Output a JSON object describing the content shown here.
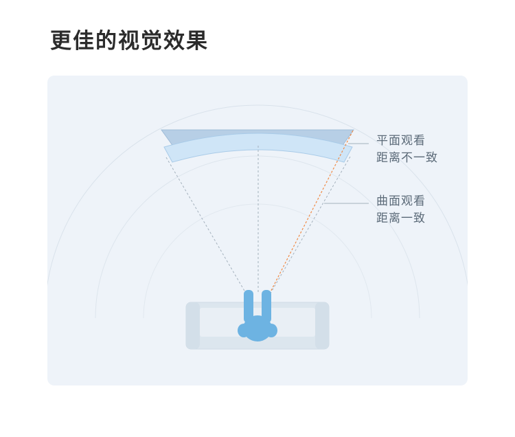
{
  "title": "更佳的视觉效果",
  "labels": {
    "flat": {
      "line1": "平面观看",
      "line2": "距离不一致"
    },
    "curved": {
      "line1": "曲面观看",
      "line2": "距离一致"
    }
  },
  "colors": {
    "background": "#eef3f9",
    "flat_screen": "#b7cfe6",
    "curved_screen": "#cfe5f7",
    "viewer": "#6db3e2",
    "sofa": "#dce6ee",
    "inconsistent_line": "#f08a45",
    "sight_line": "#9aa8b5"
  }
}
